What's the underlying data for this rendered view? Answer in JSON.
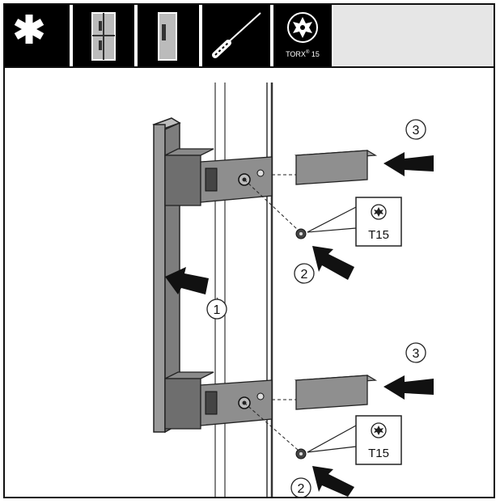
{
  "toolbar": {
    "icons": [
      "asterisk-icon",
      "fridge-freezer-icon",
      "fridge-icon",
      "screwdriver-icon",
      "torx-icon"
    ],
    "torx_label": "TORX",
    "torx_reg": "®",
    "torx_size": "15"
  },
  "callouts": {
    "one": "1",
    "two_top": "2",
    "two_bottom": "2",
    "three_top": "3",
    "three_bottom": "3"
  },
  "tool_labels": {
    "top": "T15",
    "bottom": "T15"
  }
}
